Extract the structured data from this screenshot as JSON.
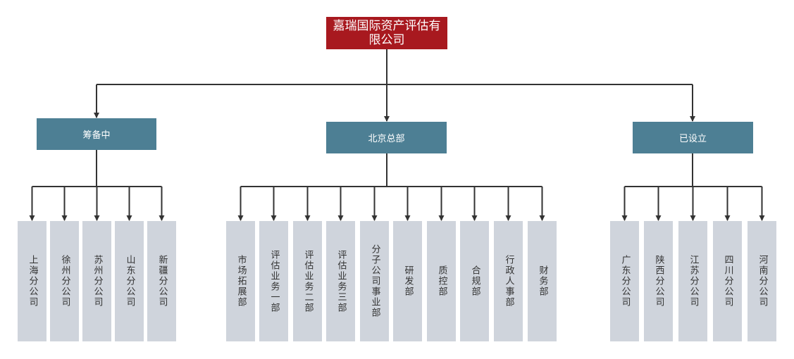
{
  "root": {
    "title": "嘉瑞国际资产评估有限公司"
  },
  "groups": [
    {
      "label": "筹备中",
      "children": [
        "上海分公司",
        "徐州分公司",
        "苏州分公司",
        "山东分公司",
        "新疆分公司"
      ]
    },
    {
      "label": "北京总部",
      "children": [
        "市场拓展部",
        "评估业务一部",
        "评估业务二部",
        "评估业务三部",
        "分子公司事业部",
        "研发部",
        "质控部",
        "合规部",
        "行政人事部",
        "财务部"
      ]
    },
    {
      "label": "已设立",
      "children": [
        "广东分公司",
        "陕西分公司",
        "江苏分公司",
        "四川分公司",
        "河南分公司"
      ]
    }
  ],
  "colors": {
    "root": "#a8191f",
    "group": "#4d7f94",
    "leaf": "#cfd4dc",
    "line": "#333333"
  }
}
